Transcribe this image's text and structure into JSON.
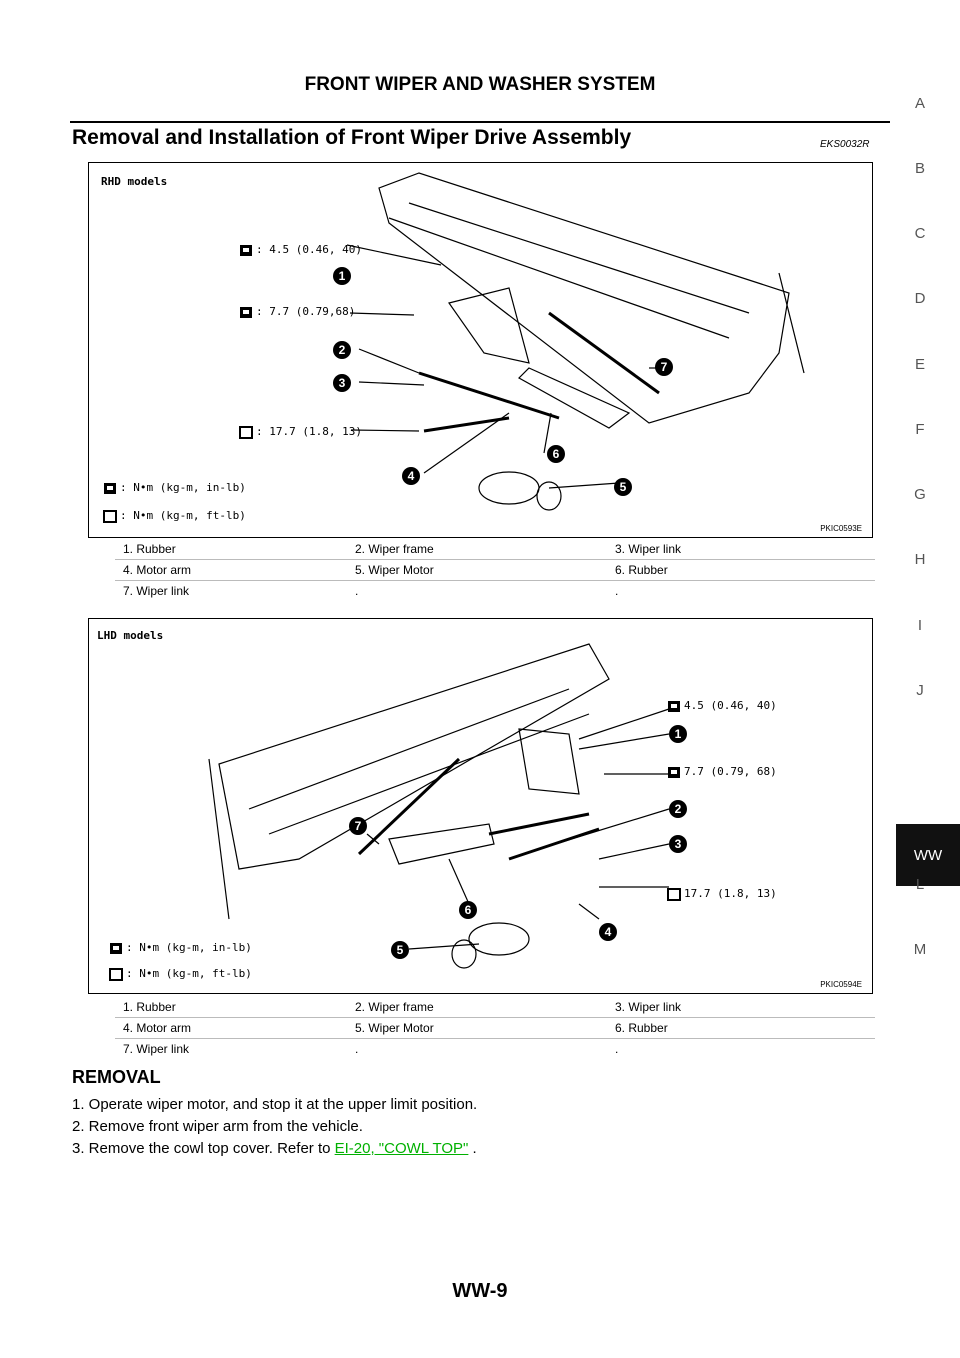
{
  "header": {
    "title": "FRONT WIPER AND WASHER SYSTEM"
  },
  "section": {
    "title": "Removal and Installation of Front Wiper Drive Assembly",
    "code": "EKS0032R"
  },
  "side_index": {
    "letters": [
      "A",
      "B",
      "C",
      "D",
      "E",
      "F",
      "G",
      "H",
      "I",
      "J",
      "WW",
      "L",
      "M"
    ],
    "active": "WW"
  },
  "figure1": {
    "model": "RHD models",
    "ref": "PKIC0593E",
    "torque_a": ": 4.5 (0.46, 40)",
    "torque_b": ": 7.7 (0.79,68)",
    "torque_c": ": 17.7 (1.8, 13)",
    "unit_in": ": N•m (kg-m, in-lb)",
    "unit_ft": ": N•m (kg-m, ft-lb)",
    "callouts": [
      "1",
      "2",
      "3",
      "4",
      "5",
      "6",
      "7"
    ]
  },
  "figure2": {
    "model": "LHD models",
    "ref": "PKIC0594E",
    "torque_a": "4.5 (0.46, 40)",
    "torque_b": "7.7 (0.79, 68)",
    "torque_c": "17.7 (1.8, 13)",
    "unit_in": ": N•m (kg-m, in-lb)",
    "unit_ft": ": N•m (kg-m, ft-lb)",
    "callouts": [
      "1",
      "2",
      "3",
      "4",
      "5",
      "6",
      "7"
    ]
  },
  "legend1": [
    [
      "1.  Rubber",
      "2.  Wiper frame",
      "3.  Wiper link"
    ],
    [
      "4.  Motor arm",
      "5.  Wiper Motor",
      "6.  Rubber"
    ],
    [
      "7.  Wiper link",
      ".",
      "."
    ]
  ],
  "legend2": [
    [
      "1.  Rubber",
      "2.  Wiper frame",
      "3.  Wiper link"
    ],
    [
      "4.  Motor arm",
      "5.  Wiper Motor",
      "6.  Rubber"
    ],
    [
      "7.  Wiper link",
      ".",
      "."
    ]
  ],
  "removal": {
    "heading": "REMOVAL",
    "step1": "1.   Operate wiper motor, and stop it at the upper limit position.",
    "step2": "2.   Remove front wiper arm from the vehicle.",
    "step3_prefix": "3.   Remove the cowl top cover. Refer to ",
    "step3_link": "EI-20, \"COWL TOP\"",
    "step3_suffix": " ."
  },
  "footer": {
    "page_number": "WW-9"
  }
}
